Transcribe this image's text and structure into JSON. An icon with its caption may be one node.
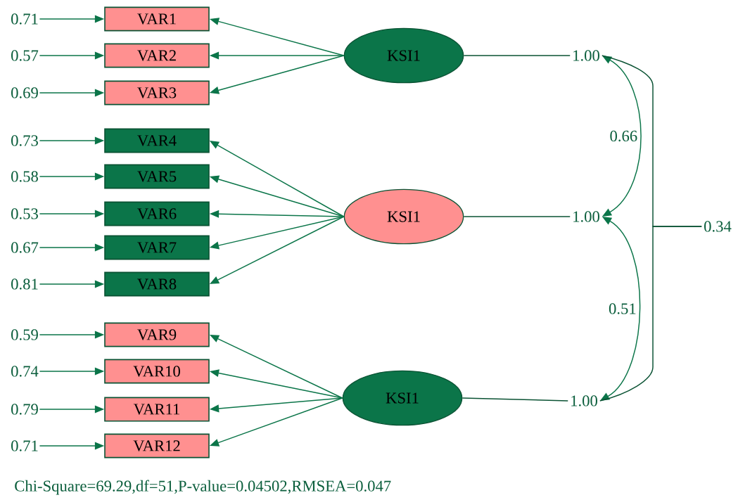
{
  "diagram": {
    "caption": "Chi-Square=69.29,df=51,P-value=0.04502,RMSEA=0.047",
    "nodes": [
      {
        "text": [
          "0.71"
        ]
      },
      {
        "text": [
          "0.57"
        ]
      },
      {
        "text": [
          "0.69"
        ]
      },
      {
        "text": [
          "0.73"
        ]
      },
      {
        "text": [
          "0.58"
        ]
      },
      {
        "text": [
          "0.53"
        ]
      },
      {
        "text": [
          "0.67"
        ]
      },
      {
        "text": [
          "0.81"
        ]
      },
      {
        "text": [
          "0.59"
        ]
      },
      {
        "text": [
          "0.74"
        ]
      },
      {
        "text": [
          "0.79"
        ]
      },
      {
        "text": [
          "0.71"
        ]
      },
      {
        "text": [
          "VAR1"
        ]
      },
      {
        "text": [
          "VAR2"
        ]
      },
      {
        "text": [
          "VAR3"
        ]
      },
      {
        "text": [
          "VAR4"
        ]
      },
      {
        "text": [
          "VAR5"
        ]
      },
      {
        "text": [
          "VAR6"
        ]
      },
      {
        "text": [
          "VAR7"
        ]
      },
      {
        "text": [
          "VAR8"
        ]
      },
      {
        "text": [
          "VAR9"
        ]
      },
      {
        "text": [
          "VAR10"
        ]
      },
      {
        "text": [
          "VAR11"
        ]
      },
      {
        "text": [
          "VAR12"
        ]
      },
      {
        "text": [
          "KSI1"
        ]
      },
      {
        "text": [
          "KSI1"
        ]
      },
      {
        "text": [
          "KSI1"
        ]
      },
      {
        "text": [
          "1.00"
        ]
      },
      {
        "text": [
          "1.00"
        ]
      },
      {
        "text": [
          "1.00"
        ]
      },
      {
        "text": [
          "0.34"
        ]
      }
    ],
    "edges": [
      {
        "from": 0,
        "to": 12,
        "arrow": "to"
      },
      {
        "from": 1,
        "to": 13,
        "arrow": "to"
      },
      {
        "from": 2,
        "to": 14,
        "arrow": "to"
      },
      {
        "from": 3,
        "to": 15,
        "arrow": "to"
      },
      {
        "from": 4,
        "to": 16,
        "arrow": "to"
      },
      {
        "from": 5,
        "to": 17,
        "arrow": "to"
      },
      {
        "from": 6,
        "to": 18,
        "arrow": "to"
      },
      {
        "from": 7,
        "to": 19,
        "arrow": "to"
      },
      {
        "from": 8,
        "to": 20,
        "arrow": "to"
      },
      {
        "from": 9,
        "to": 21,
        "arrow": "to"
      },
      {
        "from": 10,
        "to": 22,
        "arrow": "to"
      },
      {
        "from": 11,
        "to": 23,
        "arrow": "to"
      },
      {
        "from": 24,
        "to": 12,
        "arrow": "to"
      },
      {
        "from": 24,
        "to": 13,
        "arrow": "to"
      },
      {
        "from": 24,
        "to": 14,
        "arrow": "to"
      },
      {
        "from": 25,
        "to": 15,
        "arrow": "to"
      },
      {
        "from": 25,
        "to": 16,
        "arrow": "to"
      },
      {
        "from": 25,
        "to": 17,
        "arrow": "to"
      },
      {
        "from": 25,
        "to": 18,
        "arrow": "to"
      },
      {
        "from": 25,
        "to": 19,
        "arrow": "to"
      },
      {
        "from": 26,
        "to": 20,
        "arrow": "to"
      },
      {
        "from": 26,
        "to": 21,
        "arrow": "to"
      },
      {
        "from": 26,
        "to": 22,
        "arrow": "to"
      },
      {
        "from": 26,
        "to": 23,
        "arrow": "to"
      },
      {
        "from": 24,
        "to": 27,
        "arrow": "none"
      },
      {
        "from": 25,
        "to": 28,
        "arrow": "none"
      },
      {
        "from": 26,
        "to": 29,
        "arrow": "none"
      },
      {
        "from": 27,
        "to": 28,
        "arrow": "both",
        "label": "0.66"
      },
      {
        "from": 28,
        "to": 29,
        "arrow": "both",
        "label": "0.51"
      },
      {
        "from": 27,
        "to": 30,
        "arrow": "none"
      },
      {
        "from": 29,
        "to": 30,
        "arrow": "none"
      }
    ]
  }
}
